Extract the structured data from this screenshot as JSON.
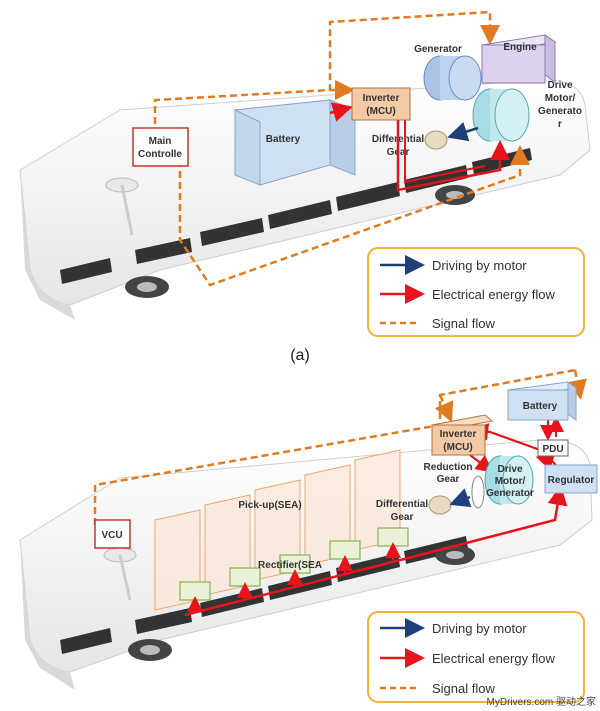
{
  "panel_a": {
    "caption": "(a)",
    "labels": {
      "main_controller": [
        "Main",
        "Controlle"
      ],
      "battery": "Battery",
      "inverter": [
        "Inverter",
        "(MCU)"
      ],
      "generator": "Generator",
      "engine": "Engine",
      "drive_motor": [
        "Drive",
        "Motor/",
        "Generato",
        "r"
      ],
      "differential_gear": [
        "Differential",
        "Gear"
      ]
    },
    "legend": {
      "driving": "Driving by motor",
      "electrical": "Electrical energy flow",
      "signal": "Signal flow"
    }
  },
  "panel_b": {
    "labels": {
      "vcu": "VCU",
      "battery": "Battery",
      "pdu": "PDU",
      "regulator": "Regulator",
      "inverter": [
        "Inverter",
        "(MCU)"
      ],
      "reduction_gear": [
        "Reduction",
        "Gear"
      ],
      "drive_motor": [
        "Drive",
        "Motor/",
        "Generator"
      ],
      "differential_gear": [
        "Differential",
        "Gear"
      ],
      "pickup": "Pick-up(SEA)",
      "rectifier": "Rectifier(SEA"
    },
    "legend": {
      "driving": "Driving by motor",
      "electrical": "Electrical energy flow",
      "signal": "Signal flow"
    }
  },
  "watermark": "MyDrivers.com 驱动之家",
  "colors": {
    "signal": "#e07b22",
    "electrical": "#e8141b",
    "driving": "#1f3f7a",
    "legend_border": "#f0b43a",
    "battery_fill": "#cfe0f3",
    "inverter_fill": "#f4c9a5",
    "engine_fill": "#ddd2ee"
  }
}
